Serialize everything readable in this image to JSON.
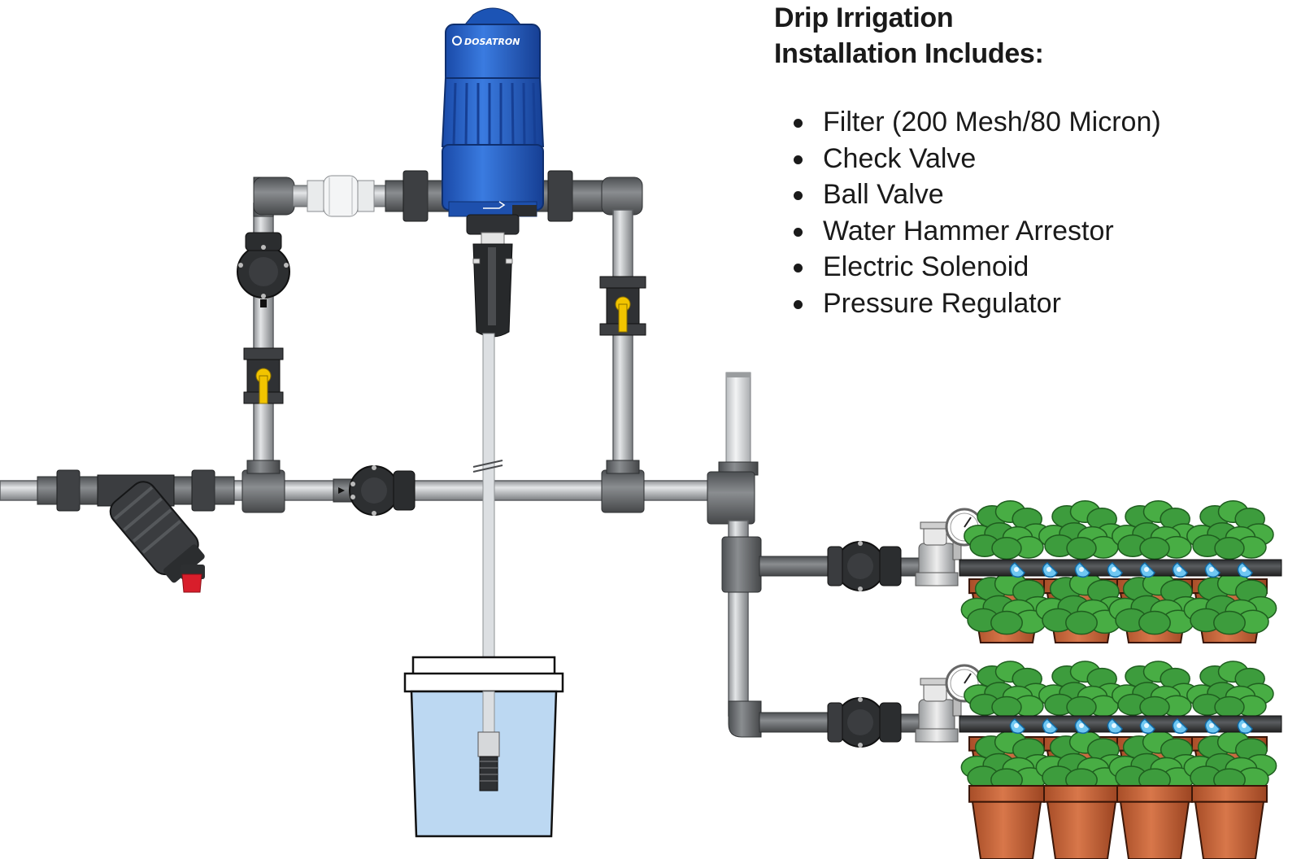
{
  "title_line1": "Drip Irrigation",
  "title_line2": "Installation Includes:",
  "items": [
    "Filter (200 Mesh/80 Micron)",
    "Check Valve",
    "Ball Valve",
    "Water Hammer Arrestor",
    "Electric Solenoid",
    "Pressure Regulator"
  ],
  "brand": "DOSATRON",
  "colors": {
    "pipe": "#b9bcbf",
    "fitting": "#6b6e71",
    "dosatron": "#2463c9",
    "plant": "#3a9a3a",
    "pot": "#c9643a",
    "water": "#bcd8f2",
    "valve_handle": "#f2c400",
    "filter_handle": "#d81e2b"
  }
}
